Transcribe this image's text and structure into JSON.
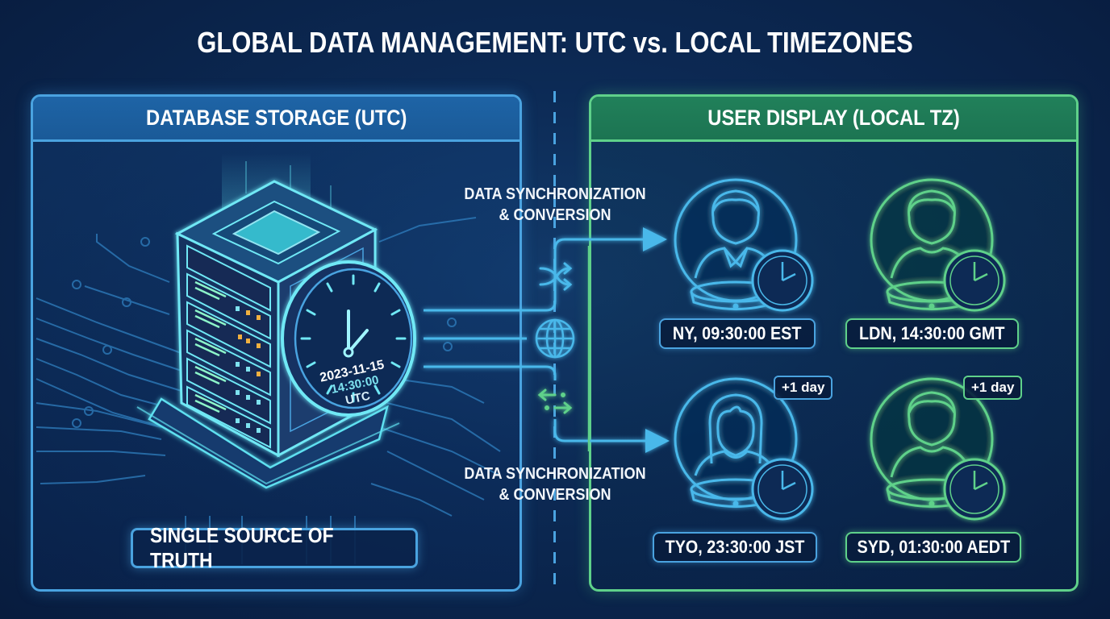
{
  "title": "GLOBAL DATA MANAGEMENT: UTC vs. LOCAL TIMEZONES",
  "left_panel": {
    "header": "DATABASE STORAGE (UTC)",
    "server_clock": {
      "date": "2023-11-15",
      "time": "14:30:00",
      "zone": "UTC"
    },
    "footer_badge": "SINGLE SOURCE OF TRUTH"
  },
  "right_panel": {
    "header": "USER DISPLAY (LOCAL TZ)",
    "users": [
      {
        "label": "NY, 09:30:00 EST",
        "day_offset": null,
        "color": "#4aa3e0",
        "avatar": "male-user-icon"
      },
      {
        "label": "LDN, 14:30:00 GMT",
        "day_offset": null,
        "color": "#5fd18a",
        "avatar": "male-user-icon"
      },
      {
        "label": "TYO, 23:30:00 JST",
        "day_offset": "+1 day",
        "color": "#4aa3e0",
        "avatar": "female-user-icon"
      },
      {
        "label": "SYD, 01:30:00 AEDT",
        "day_offset": "+1 day",
        "color": "#5fd18a",
        "avatar": "male-user-icon"
      }
    ]
  },
  "connectors": {
    "top_label_line1": "DATA SYNCHRONIZATION",
    "top_label_line2": "& CONVERSION",
    "bottom_label_line1": "DATA SYNCHRONIZATION",
    "bottom_label_line2": "& CONVERSION",
    "icons": [
      "shuffle-icon",
      "globe-icon",
      "swap-arrows-icon"
    ]
  },
  "colors": {
    "background": "#0c2a55",
    "blue_accent": "#4aa3e0",
    "green_accent": "#5fd18a",
    "cyan_glow": "#5fe0f0"
  }
}
